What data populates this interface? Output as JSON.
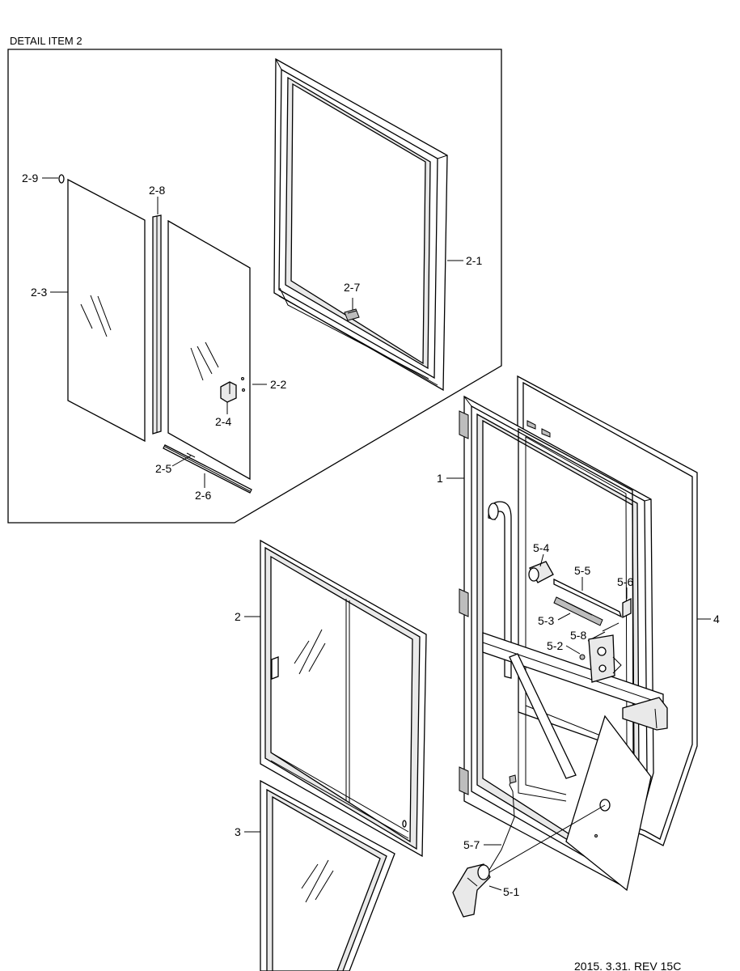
{
  "detail_title": "DETAIL ITEM 2",
  "footer": "2015. 3.31. REV 15C",
  "labels": {
    "p2_9": "2-9",
    "p2_8": "2-8",
    "p2_3": "2-3",
    "p2_7": "2-7",
    "p2_1": "2-1",
    "p2_2": "2-2",
    "p2_4": "2-4",
    "p2_5": "2-5",
    "p2_6": "2-6",
    "p1": "1",
    "p4": "4",
    "p2": "2",
    "p3": "3",
    "p5_4": "5-4",
    "p5_5": "5-5",
    "p5_6": "5-6",
    "p5_3": "5-3",
    "p5_8": "5-8",
    "p5_2": "5-2",
    "p5_7": "5-7",
    "p5_1": "5-1"
  }
}
